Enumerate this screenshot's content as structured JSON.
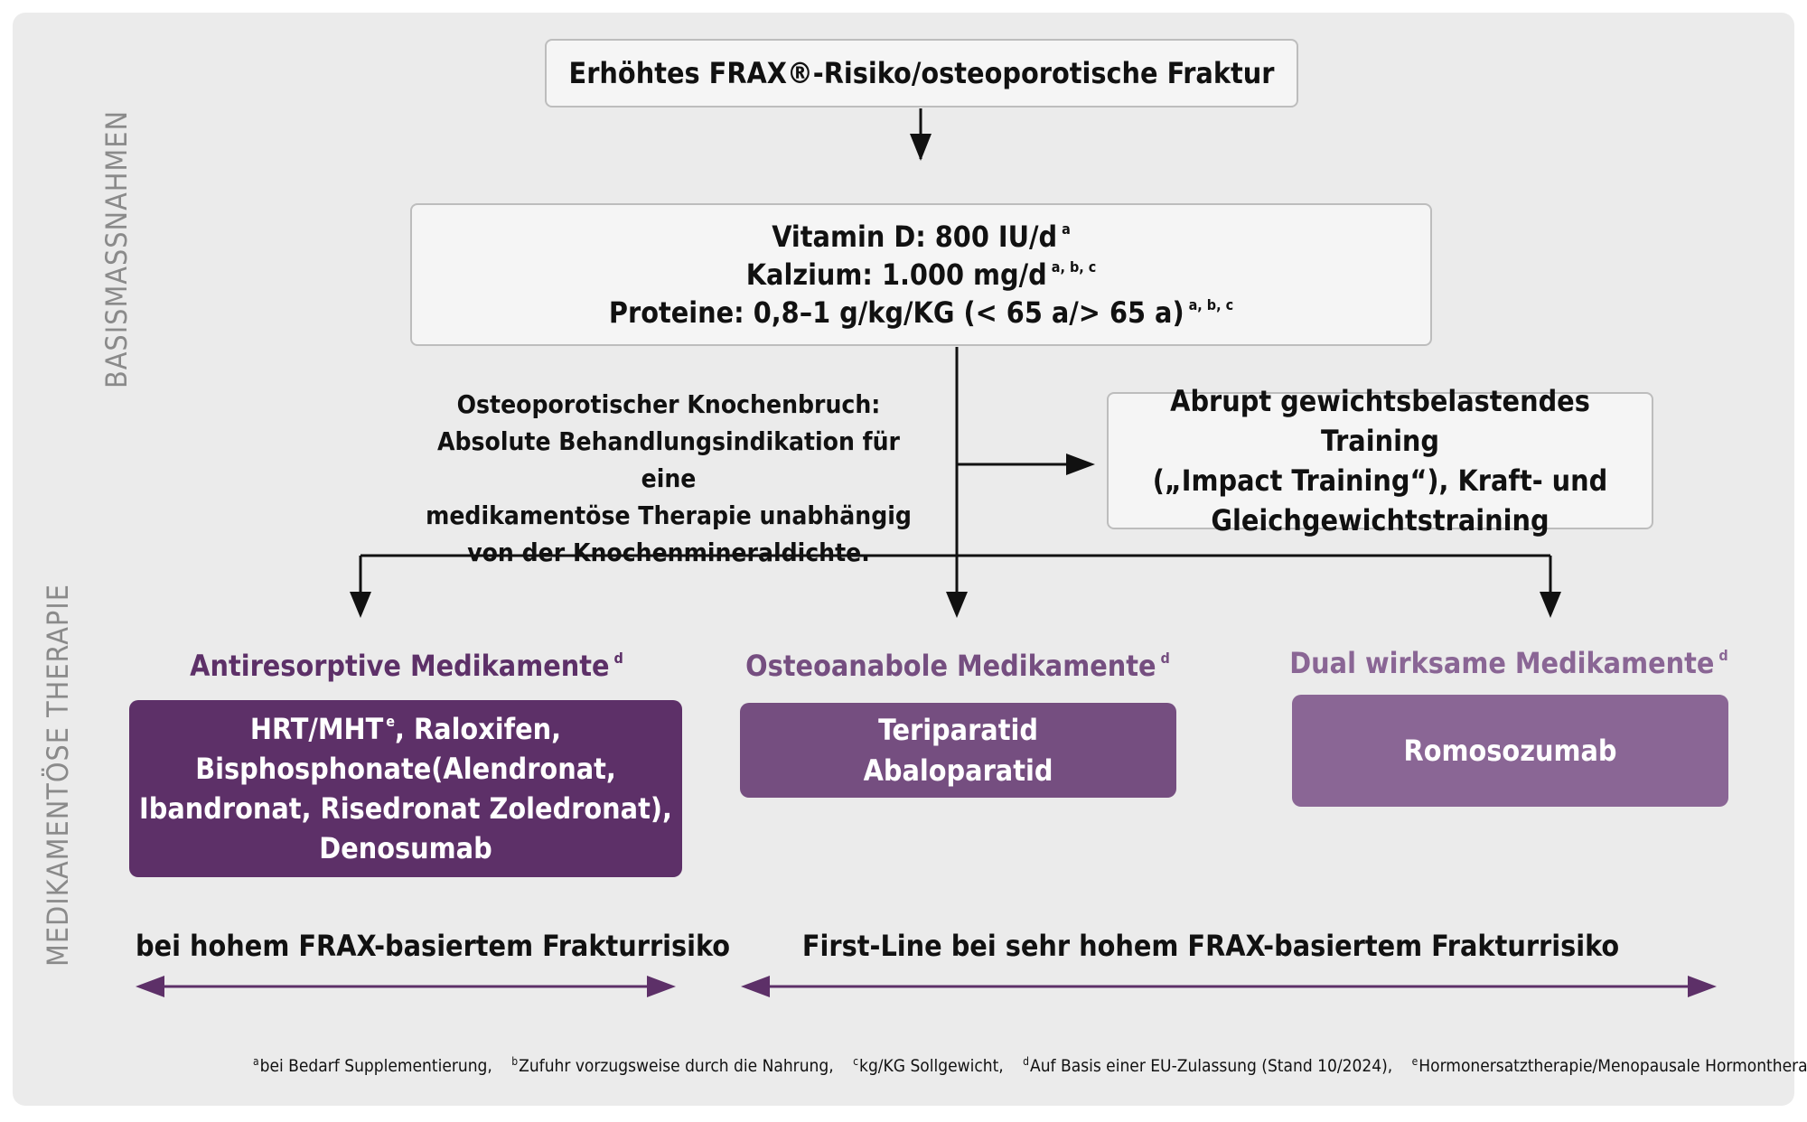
{
  "side_labels": {
    "top": "BASISMASSNAHMEN",
    "bottom": "MEDIKAMENTÖSE THERAPIE"
  },
  "top_box": {
    "text": "Erhöhtes FRAX®-Risiko/osteoporotische Fraktur"
  },
  "basics_box": {
    "line1": "Vitamin D: 800 IU/d",
    "line1_sup": "a",
    "line2": "Kalzium: 1.000 mg/d",
    "line2_sup": "a, b, c",
    "line3": "Proteine: 0,8–1 g/kg/KG (< 65 a/> 65 a)",
    "line3_sup": "a, b, c"
  },
  "fracture_note": {
    "line1": "Osteoporotischer Knochenbruch:",
    "line2": "Absolute Behandlungsindikation für eine",
    "line3": "medikamentöse Therapie unabhängig",
    "line4": "von der Knochenmineraldichte."
  },
  "training_box": {
    "line1": "Abrupt gewichtsbelastendes Training",
    "line2": "(„Impact Training“), Kraft- und",
    "line3": "Gleichgewichtstraining"
  },
  "categories": [
    {
      "title": "Antiresorptive Medikamente",
      "title_sup": "d",
      "lines": [
        "HRT/MHT",
        "Bisphosphonate(Alendronat,",
        "Ibandronat, Risedronat Zoledronat),",
        "Denosumab"
      ],
      "line1_sup": "e",
      "line1_rest": ", Raloxifen,"
    },
    {
      "title": "Osteoanabole Medikamente",
      "title_sup": "d",
      "lines": [
        "Teriparatid",
        "Abaloparatid"
      ]
    },
    {
      "title": "Dual wirksame Medikamente",
      "title_sup": "d",
      "lines": [
        "Romosozumab"
      ]
    }
  ],
  "ranges": {
    "left": "bei hohem FRAX-basiertem Frakturrisiko",
    "right": "First-Line bei sehr hohem FRAX-basiertem Frakturrisiko"
  },
  "footnotes": [
    {
      "mark": "a",
      "text": "bei Bedarf Supplementierung,"
    },
    {
      "mark": "b",
      "text": "Zufuhr vorzugsweise durch die Nahrung,"
    },
    {
      "mark": "c",
      "text": "kg/KG Sollgewicht,"
    },
    {
      "mark": "d",
      "text": "Auf Basis einer EU-Zulassung (Stand 10/2024),"
    },
    {
      "mark": "e",
      "text": "Hormonersatztherapie/Menopausale Hormontherapie"
    }
  ],
  "colors": {
    "background": "#ebebeb",
    "box_fill": "#f5f5f5",
    "box_border": "#bdbdbd",
    "side_label": "#8a8a8a",
    "antiresorptive": "#5d3068",
    "osteoanabolic": "#754e80",
    "dual": "#8a6695",
    "arrow_line": "#111111"
  }
}
